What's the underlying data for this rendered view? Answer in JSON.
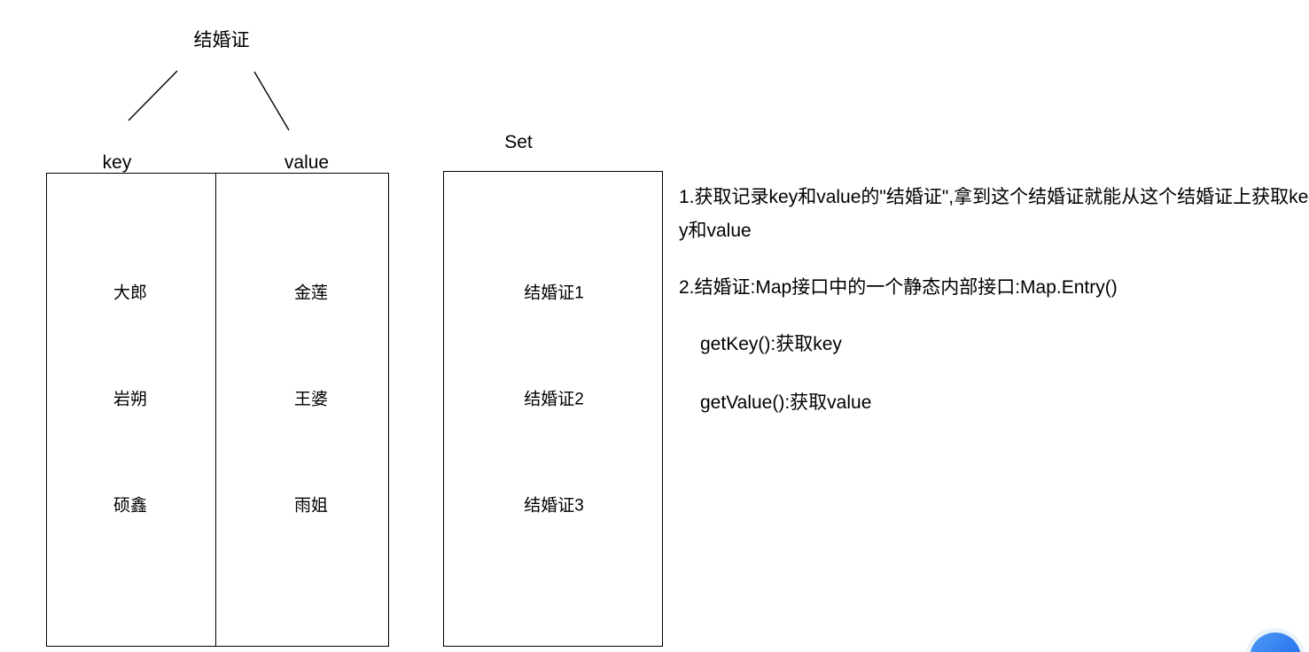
{
  "diagram": {
    "entry_title": "结婚证",
    "columns": {
      "key_label": "key",
      "value_label": "value"
    },
    "map_rows": [
      {
        "key": "大郎",
        "value": "金莲"
      },
      {
        "key": "岩朔",
        "value": "王婆"
      },
      {
        "key": "硕鑫",
        "value": "雨姐"
      }
    ],
    "set_label": "Set",
    "set_items": [
      "结婚证1",
      "结婚证2",
      "结婚证3"
    ]
  },
  "notes": {
    "point_1": "1.获取记录key和value的\"结婚证\",拿到这个结婚证就能从这个结婚证上获取key和value",
    "point_2": "2.结婚证:Map接口中的一个静态内部接口:Map.Entry()",
    "method_get_key": "getKey():获取key",
    "method_get_value": "getValue():获取value"
  },
  "colors": {
    "line": "#000000",
    "text": "#000000",
    "fab_start": "#4f9bf5",
    "fab_end": "#1f6ae8",
    "background": "#ffffff"
  }
}
